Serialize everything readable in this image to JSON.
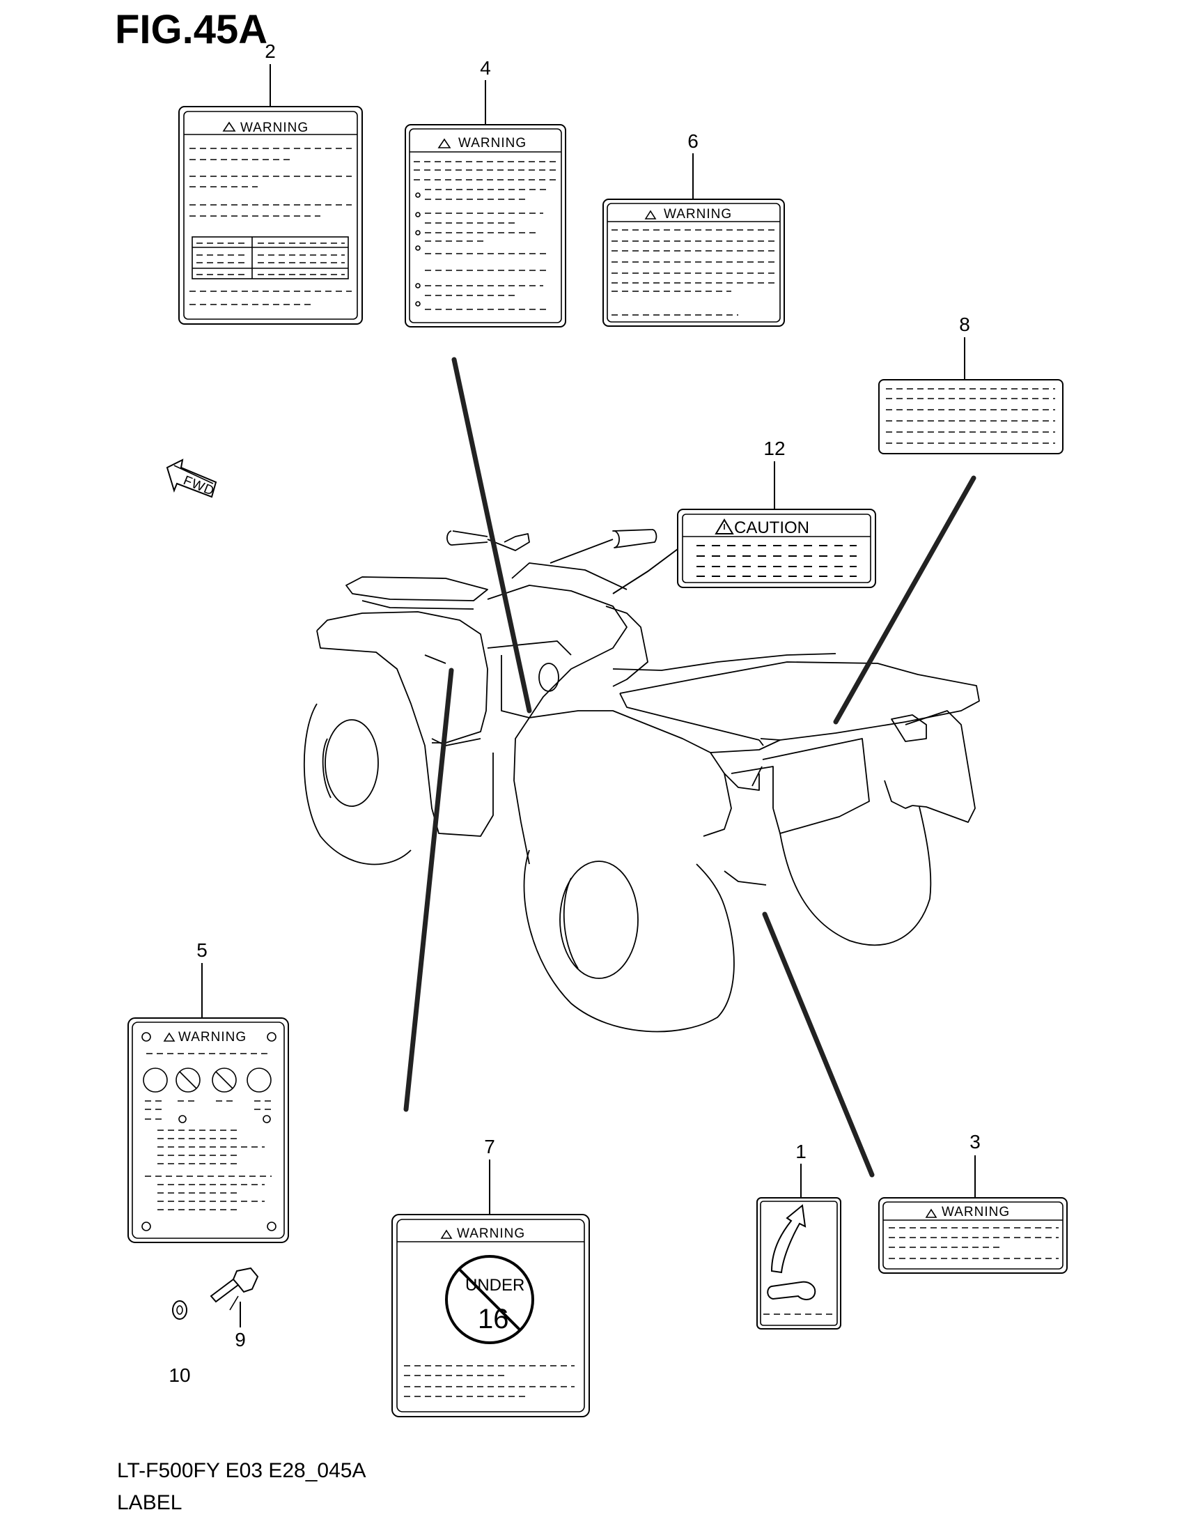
{
  "figure": {
    "title": "FIG.45A",
    "model_code": "LT-F500FY E03 E28_045A",
    "section_name": "LABEL"
  },
  "callouts": [
    "1",
    "2",
    "3",
    "4",
    "5",
    "6",
    "7",
    "8",
    "9",
    "10",
    "12"
  ],
  "labels": {
    "warning_text": "WARNING",
    "caution_text": "CAUTION",
    "under_text": "UNDER",
    "age_text": "16",
    "fwd_text": "FWD"
  }
}
